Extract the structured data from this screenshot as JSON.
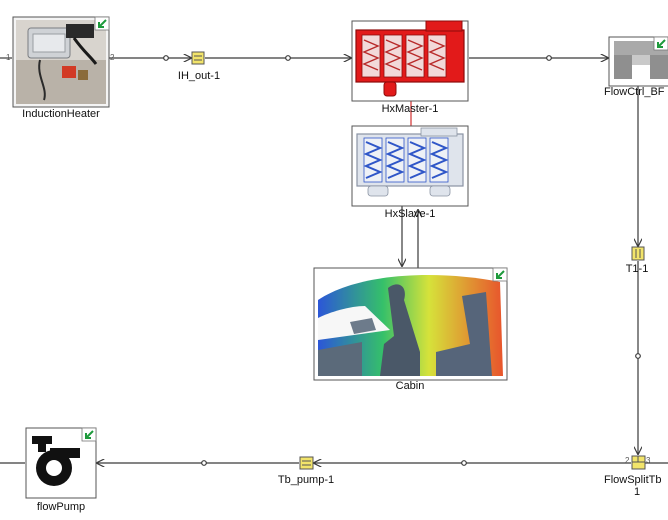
{
  "components": {
    "induction_heater": {
      "label": "InductionHeater",
      "port_in": "1",
      "port_out": "2"
    },
    "ih_out": {
      "label": "IH_out-1"
    },
    "hx_master": {
      "label": "HxMaster-1"
    },
    "hx_slave": {
      "label": "HxSlave-1"
    },
    "flow_ctrl": {
      "label": "FlowCtrl_BF"
    },
    "t1": {
      "label": "T1-1"
    },
    "cabin": {
      "label": "Cabin"
    },
    "flow_split": {
      "label": "FlowSplitTb",
      "label2": "1",
      "port_a": "2",
      "port_b": "3"
    },
    "tb_pump": {
      "label": "Tb_pump-1"
    },
    "flow_pump": {
      "label": "flowPump"
    }
  },
  "colors": {
    "line": "#3a3a3a",
    "hx_master_fill": "#e21a1a",
    "hx_slave_fill": "#dfe4ec",
    "coil": "#2f56c8",
    "sensor_fill": "#f2e46a",
    "corner_badge": "#1e9a3c"
  }
}
